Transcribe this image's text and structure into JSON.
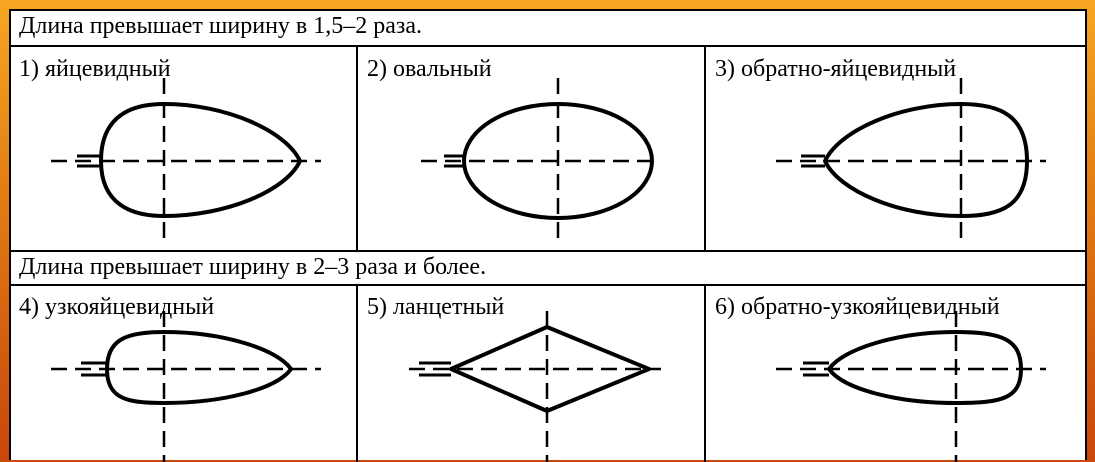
{
  "groups": [
    {
      "heading": "Длина превышает ширину в 1,5–2 раза."
    },
    {
      "heading": "Длина превышает ширину в 2–3 раза и более."
    }
  ],
  "shapes": [
    {
      "label": "1) яйцевидный",
      "shape": "ovate"
    },
    {
      "label": "2) овальный",
      "shape": "oval"
    },
    {
      "label": "3) обратно-яйцевидный",
      "shape": "obovate"
    },
    {
      "label": "4) узкояйцевидный",
      "shape": "narrow-ovate"
    },
    {
      "label": "5) ланцетный",
      "shape": "lanceolate"
    },
    {
      "label": "6) обратно-узкояйцевидный",
      "shape": "narrow-obovate"
    }
  ]
}
